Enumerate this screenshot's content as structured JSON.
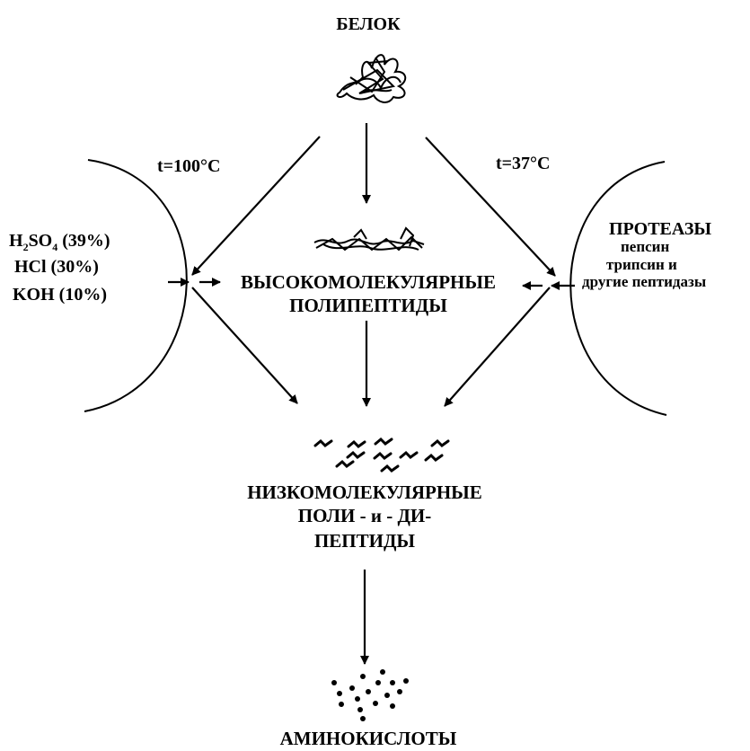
{
  "protein": {
    "label": "БЕЛОК"
  },
  "conditions": {
    "acid_temp": "t=100°C",
    "enzyme_temp": "t=37°C"
  },
  "acids": {
    "items": [
      {
        "formula": "H",
        "sub": "2",
        "formula2": "SO",
        "sub2": "4",
        "conc": " (39%)"
      },
      {
        "text": "HCl (30%)"
      },
      {
        "text": "KOH (10%)"
      }
    ]
  },
  "proteases": {
    "title": "ПРОТЕАЗЫ",
    "items": [
      "пепсин",
      "трипсин и",
      "другие пептидазы"
    ]
  },
  "high_mw": {
    "line1": "ВЫСОКОМОЛЕКУЛЯРНЫЕ",
    "line2": "ПОЛИПЕПТИДЫ"
  },
  "low_mw": {
    "line1": "НИЗКОМОЛЕКУЛЯРНЫЕ",
    "line2": "ПОЛИ - и - ДИ-",
    "line3": "ПЕПТИДЫ"
  },
  "amino_acids": {
    "label": "АМИНОКИСЛОТЫ"
  },
  "colors": {
    "ink": "#000000",
    "background": "#ffffff"
  }
}
